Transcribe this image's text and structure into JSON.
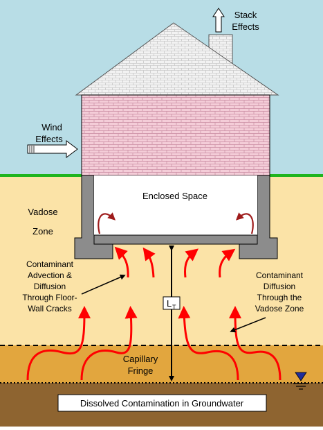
{
  "labels": {
    "stack_effects": [
      "Stack",
      "Effects"
    ],
    "wind_effects": [
      "Wind",
      "Effects"
    ],
    "enclosed_space": "Enclosed Space",
    "vadose_zone": [
      "Vadose",
      "Zone"
    ],
    "advection_cracks": [
      "Contaminant",
      "Advection &",
      "Diffusion",
      "Through Floor-",
      "Wall Cracks"
    ],
    "diffusion_vadose": [
      "Contaminant",
      "Diffusion",
      "Through the",
      "Vadose Zone"
    ],
    "lt_main": "L",
    "lt_sub": "T",
    "capillary_fringe": [
      "Capillary",
      "Fringe"
    ],
    "groundwater_box": "Dissolved Contamination in Groundwater"
  },
  "colors": {
    "sky": "#b8dde6",
    "vadose_soil": "#fbe3a7",
    "capillary_soil": "#e2a63e",
    "groundwater": "#8e6430",
    "grass": "#1fb41f",
    "brick": "#f4cdd8",
    "foundation": "#8c8c8c",
    "arrow_red": "#ff0000",
    "curl_arrow": "#9e1b1b"
  },
  "icons": {
    "water_table": "water-table-triangle-icon",
    "stack_arrow": "up-arrow-icon",
    "wind_arrow": "right-arrow-icon"
  }
}
